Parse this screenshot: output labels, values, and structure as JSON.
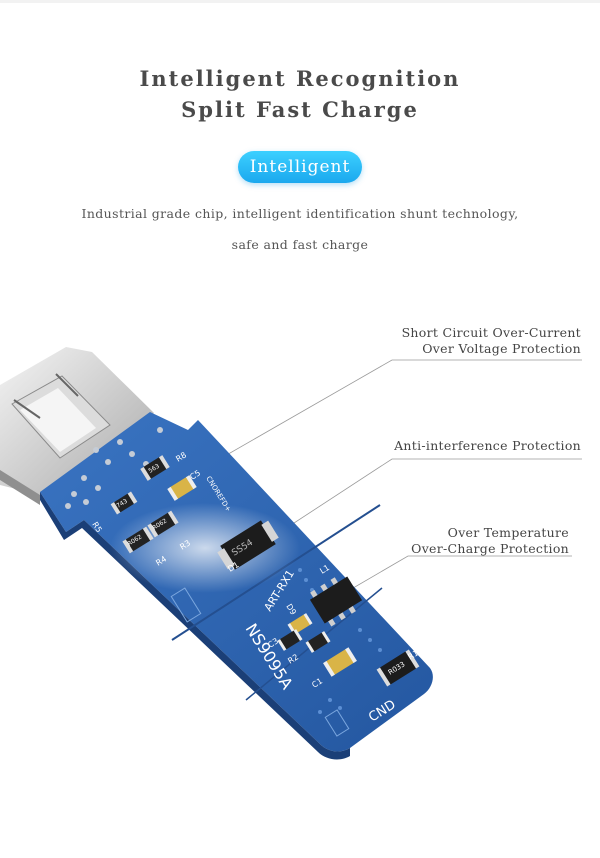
{
  "heading": {
    "line1": "Intelligent Recognition",
    "line2": "Split Fast Charge"
  },
  "badge": {
    "label": "Intelligent"
  },
  "description": {
    "line1": "Industrial grade chip, intelligent identification shunt technology,",
    "line2": "safe and fast charge"
  },
  "callouts": [
    {
      "line1": "Short Circuit Over-Current",
      "line2": "Over Voltage Protection"
    },
    {
      "line1": "Anti-interference Protection"
    },
    {
      "line1": "Over Temperature",
      "line2": "Over-Charge Protection"
    }
  ],
  "board_labels": {
    "model": "NS9095A",
    "chip": "ART-RX1",
    "ground": "CND",
    "diode": "SS54",
    "resistor_r033": "R033",
    "resistor_r062a": "R062",
    "resistor_r062b": "R062",
    "resistor_563": "563",
    "resistor_743": "743",
    "ref_r1": "R1",
    "ref_r2": "R2",
    "ref_r3": "R3",
    "ref_r4": "R4",
    "ref_r5": "R5",
    "ref_r8": "R8",
    "ref_c1": "C1",
    "ref_c3": "C3",
    "ref_c5": "C5",
    "ref_d1": "D1",
    "ref_d9": "D9",
    "ref_l1": "L1",
    "silk_cnd": "CNOREFD+"
  },
  "colors": {
    "pcb": "#2f66b3",
    "pcb_dark": "#1f4c8f",
    "badge": "#22b4f0",
    "title_text": "#4a4a4a"
  }
}
